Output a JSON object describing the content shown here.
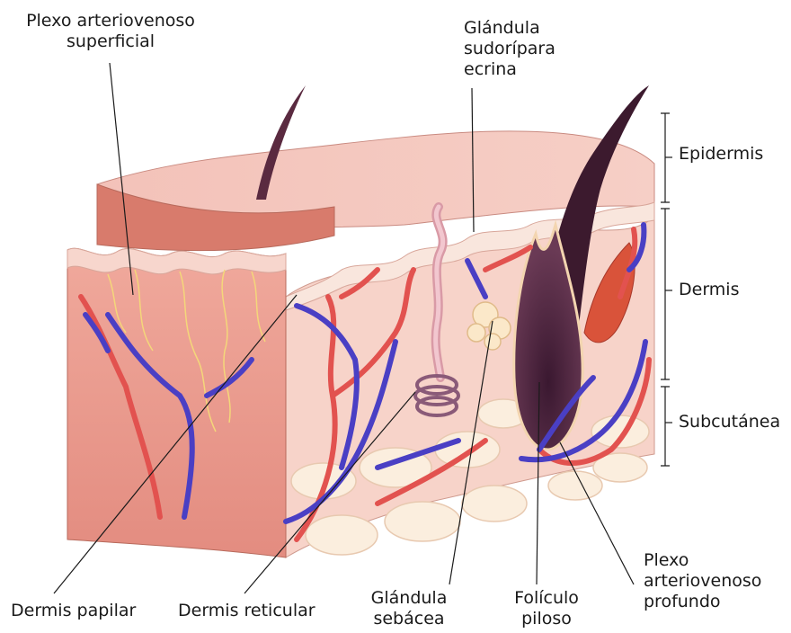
{
  "labels": {
    "plexo_superficial": [
      "Plexo arteriovenoso",
      "superficial"
    ],
    "glandula_sudoripara": [
      "Glándula",
      "sudorípara",
      "ecrina"
    ],
    "epidermis": "Epidermis",
    "dermis": "Dermis",
    "subcutanea": "Subcutánea",
    "dermis_papilar": "Dermis papilar",
    "dermis_reticular": "Dermis reticular",
    "glandula_sebacea": [
      "Glándula",
      "sebácea"
    ],
    "foliculo_piloso": [
      "Folículo",
      "piloso"
    ],
    "plexo_profundo": [
      "Plexo",
      "arteriovenoso",
      "profundo"
    ]
  },
  "colors": {
    "skin_surface": "#f2b8b0",
    "dermis": "#f6c9bf",
    "front_face": "#e79a8c",
    "artery": "#e2524f",
    "vein": "#4a3fc4",
    "fat": "#fbeede",
    "hair": "#4a2435"
  }
}
